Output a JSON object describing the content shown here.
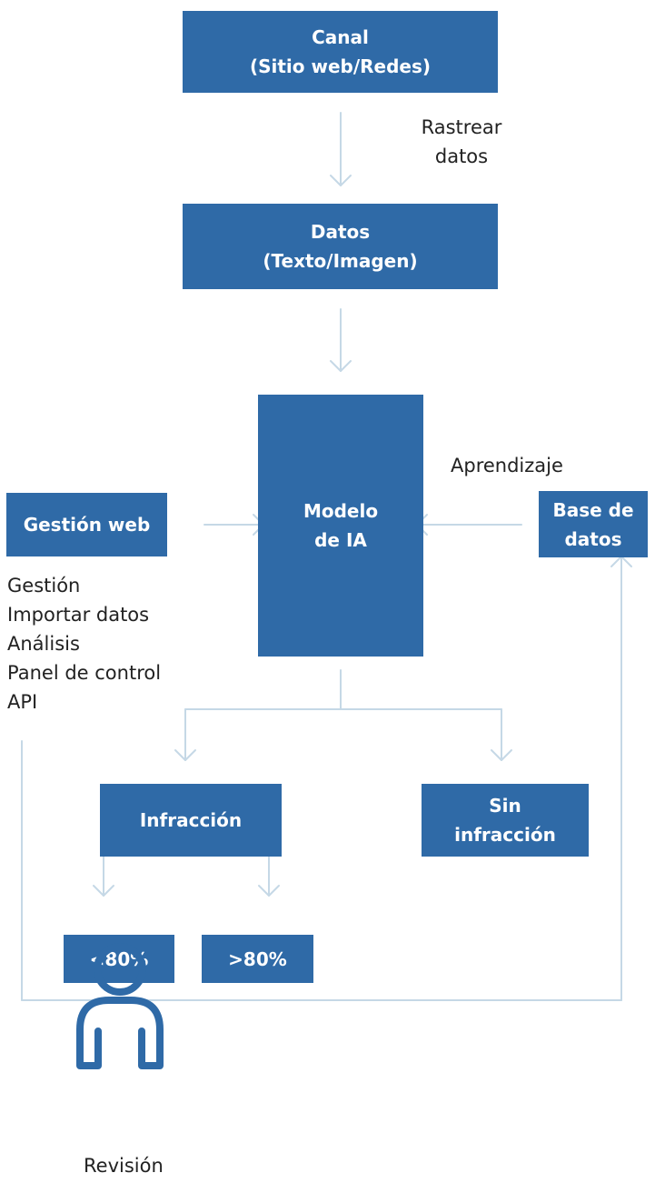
{
  "nodes": {
    "canal": {
      "line1": "Canal",
      "line2": "(Sitio web/Redes)"
    },
    "datos": {
      "line1": "Datos",
      "line2": "(Texto/Imagen)"
    },
    "modelo": {
      "line1": "Modelo",
      "line2": "de IA"
    },
    "gestion_web": {
      "label": "Gestión web"
    },
    "base_datos": {
      "line1": "Base de",
      "line2": "datos"
    },
    "infraccion": {
      "label": "Infracción"
    },
    "sin_infraccion": {
      "line1": "Sin",
      "line2": "infracción"
    },
    "menos80": {
      "label": "<80%"
    },
    "mas80": {
      "label": ">80%"
    }
  },
  "edge_labels": {
    "rastrear": {
      "line1": "Rastrear",
      "line2": "datos"
    },
    "aprendizaje": "Aprendizaje"
  },
  "gestion_features": [
    "Gestión",
    "Importar datos",
    "Análisis",
    "Panel de control",
    "API"
  ],
  "reviewer": {
    "icon": "person-icon",
    "label": "Revisión"
  },
  "colors": {
    "box": "#2f6aa7",
    "connector": "#c5d8e6",
    "text": "#222222"
  }
}
